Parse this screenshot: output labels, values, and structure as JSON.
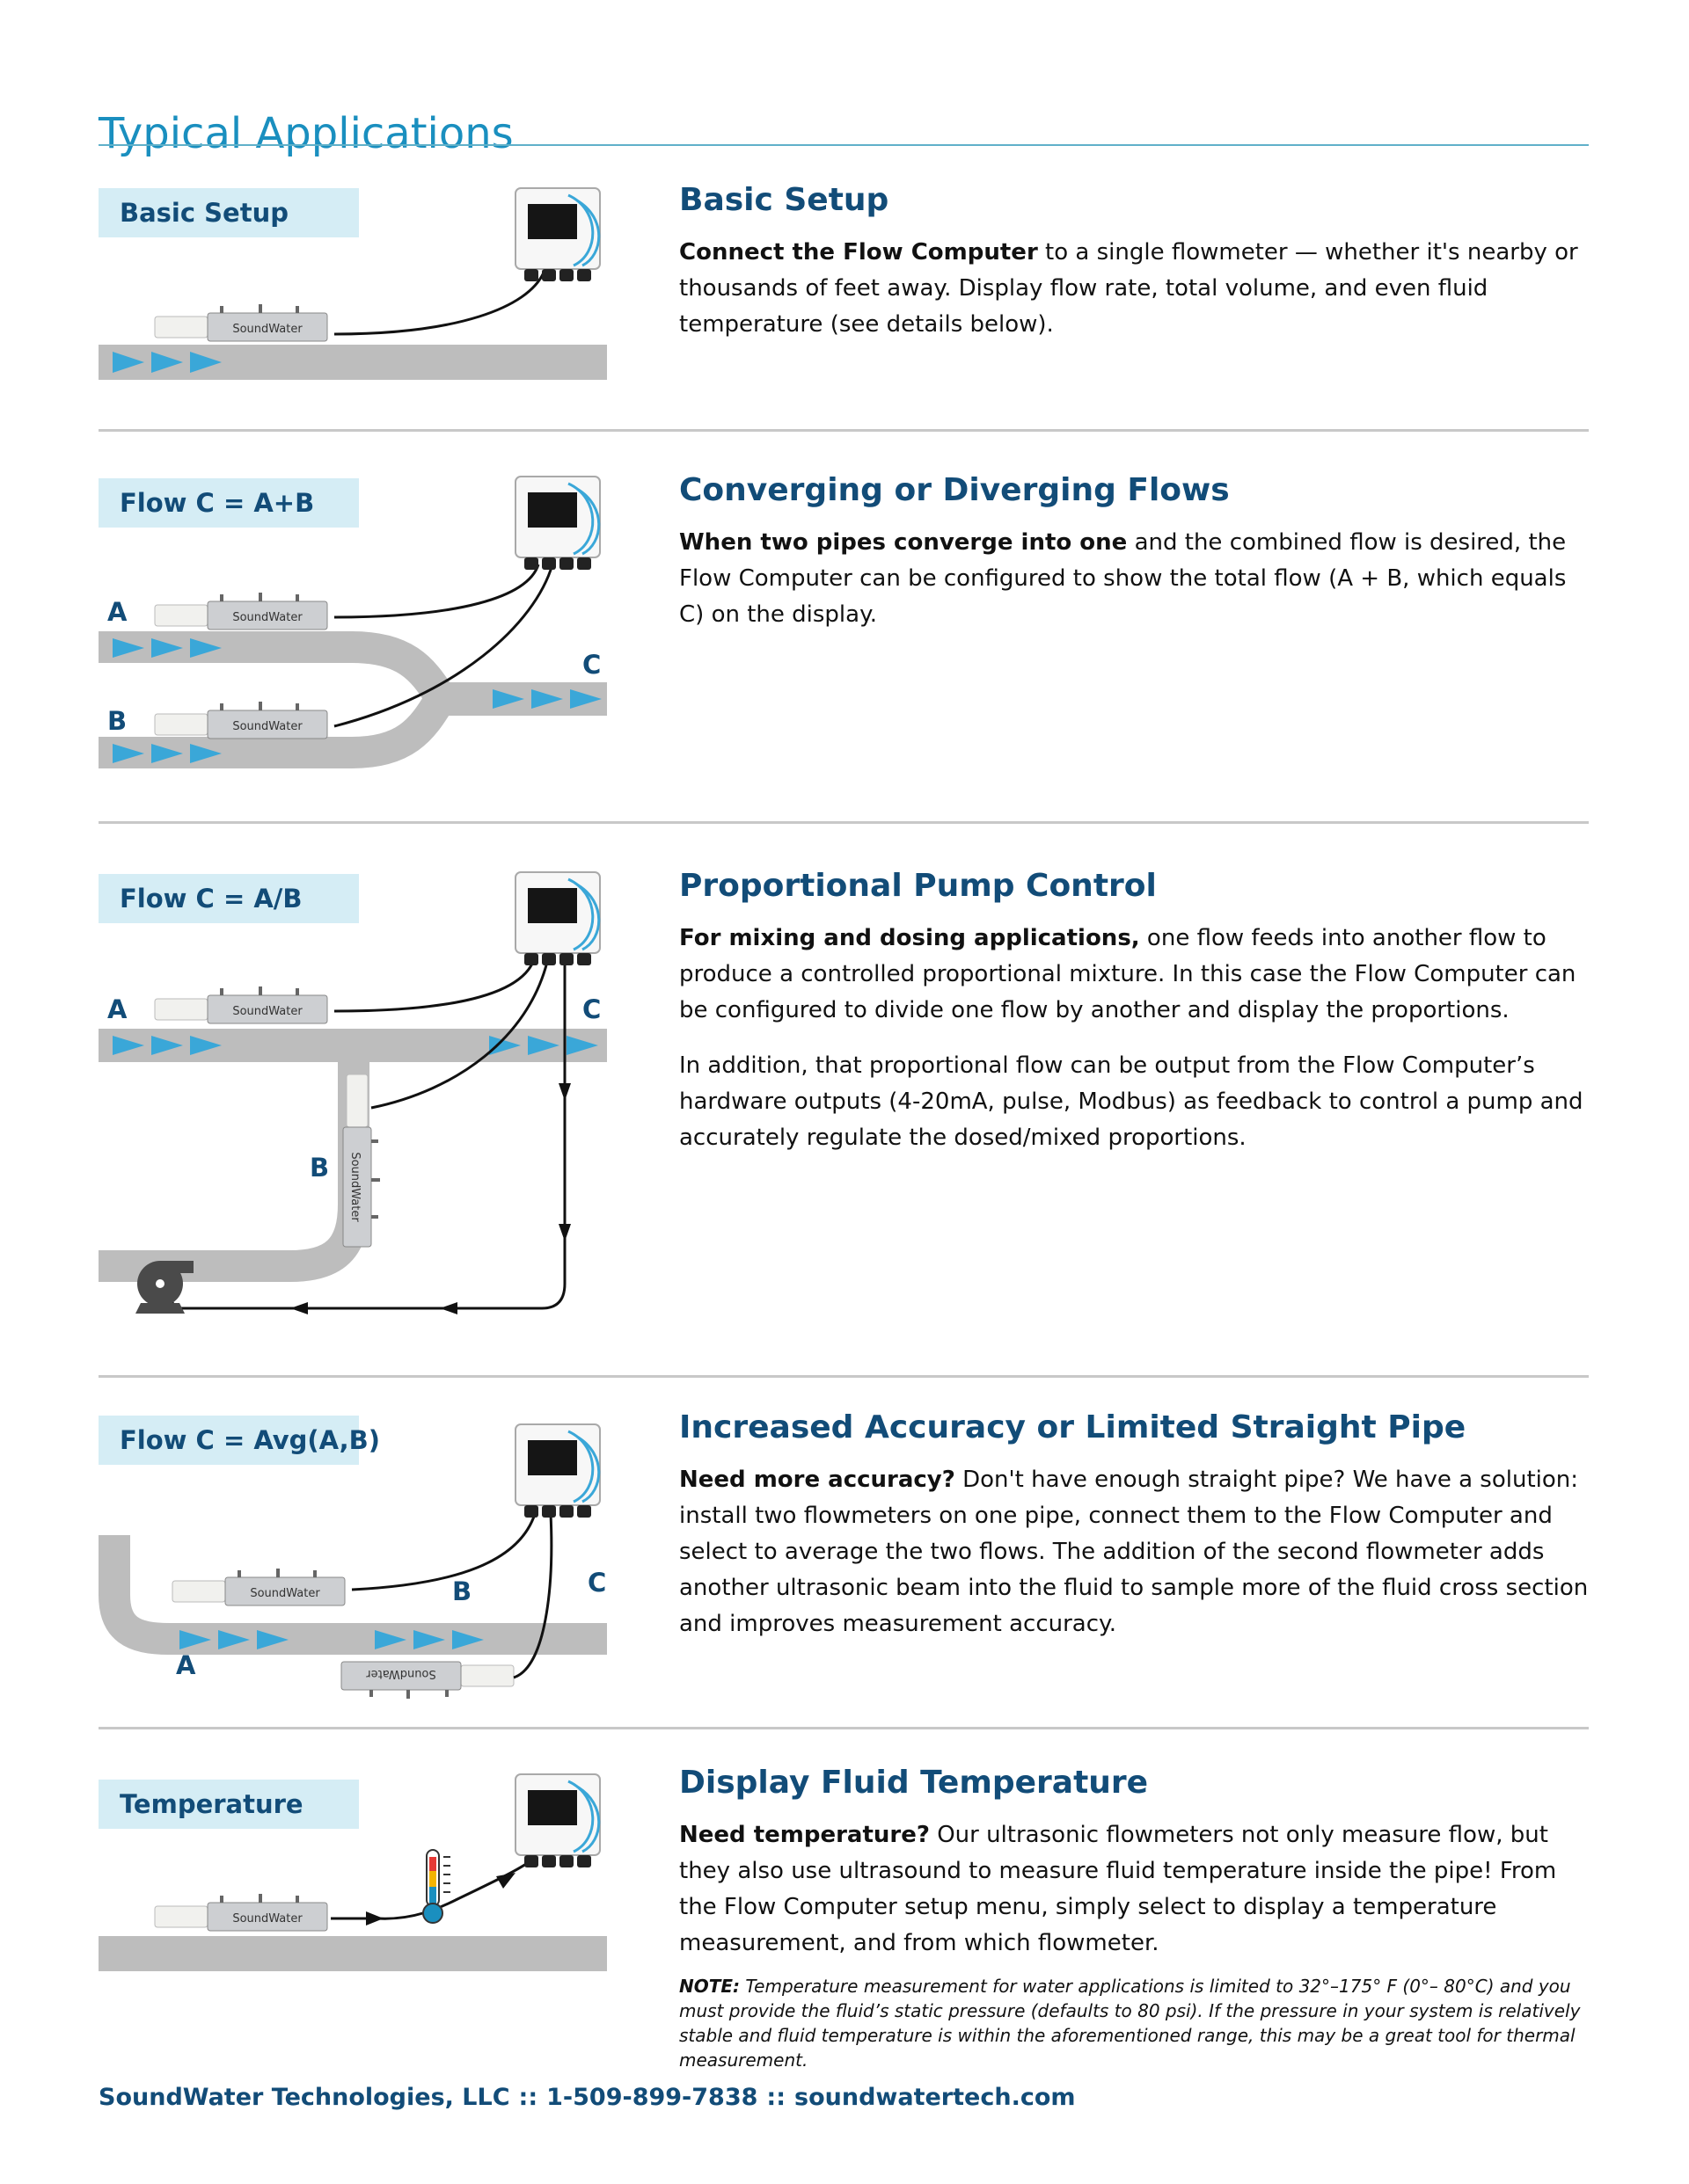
{
  "page": {
    "title": "Typical Applications"
  },
  "brand": {
    "meter_label": "SoundWater"
  },
  "colors": {
    "accent": "#1a8fbf",
    "heading": "#124c78",
    "label_bg": "#d5edf5",
    "pipe": "#bdbdbd",
    "arrow": "#3aa7d8"
  },
  "sections": [
    {
      "label": "Basic Setup",
      "heading": "Basic Setup",
      "lead": "Connect the Flow Computer",
      "body": " to a single flowmeter — whether it's nearby or thousands of feet away. Display flow rate, total volume, and even fluid temperature (see details below)."
    },
    {
      "label": "Flow C = A+B",
      "heading": "Converging or Diverging Flows",
      "lead": "When two pipes converge into one",
      "body": " and the combined flow is desired, the Flow Computer can be configured to show the total flow (A + B, which equals C) on the display.",
      "letters": {
        "a": "A",
        "b": "B",
        "c": "C"
      }
    },
    {
      "label": "Flow C = A/B",
      "heading": "Proportional Pump Control",
      "lead": "For mixing and dosing applications,",
      "body": " one flow feeds into another flow to produce a controlled proportional mixture. In this case the Flow Computer can be configured to divide one flow by another and display the proportions.",
      "para2": "In addition, that proportional flow can be output from the Flow Computer’s hardware outputs (4-20mA, pulse, Modbus) as feedback to control a pump and accurately regulate the dosed/mixed proportions.",
      "letters": {
        "a": "A",
        "b": "B",
        "c": "C"
      }
    },
    {
      "label": "Flow C = Avg(A,B)",
      "heading": "Increased Accuracy or Limited Straight Pipe",
      "lead": "Need more accuracy?",
      "body": " Don't have enough straight pipe? We have a solution: install two flowmeters on one pipe, connect them to the Flow Computer and select to average the two flows. The addition of the second flowmeter adds another ultrasonic beam into the fluid to sample more of the fluid cross section and improves measurement accuracy.",
      "letters": {
        "a": "A",
        "b": "B",
        "c": "C"
      }
    },
    {
      "label": "Temperature",
      "heading": "Display Fluid Temperature",
      "lead": "Need temperature?",
      "body": " Our ultrasonic flowmeters not only measure flow, but they also use ultrasound to measure fluid temperature inside the pipe! From the Flow Computer setup menu, simply select to display a temperature measurement, and from which flowmeter.",
      "note_lead": "NOTE:",
      "note": " Temperature measurement for water applications is limited to 32°–175° F (0°– 80°C) and you must provide the fluid’s static pressure (defaults to 80 psi). If the pressure in your system is relatively stable and fluid temperature is within the aforementioned range, this may be a great tool for thermal measurement."
    }
  ],
  "footer": {
    "company": "SoundWater Technologies, LLC",
    "separator": "::",
    "phone": "1-509-899-7838",
    "website": "soundwatertech.com"
  }
}
